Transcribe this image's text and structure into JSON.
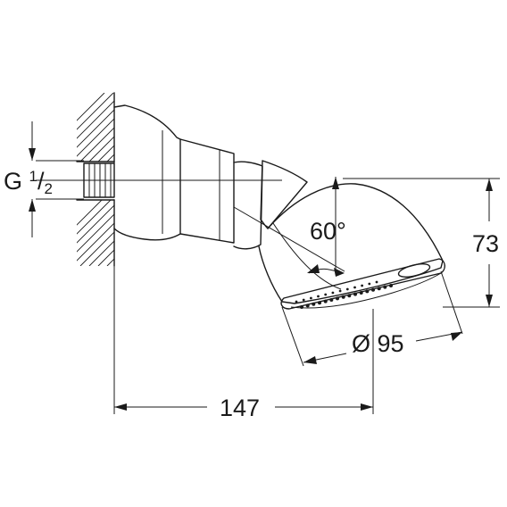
{
  "dimensions": {
    "thread_prefix": "G ",
    "thread_numerator": "1",
    "thread_slash": "/",
    "thread_denominator": "2",
    "spray_angle": "60°",
    "height": "73",
    "diameter": "Ø 95",
    "depth": "147"
  },
  "colors": {
    "line": "#1a1a1a",
    "background": "#ffffff"
  }
}
